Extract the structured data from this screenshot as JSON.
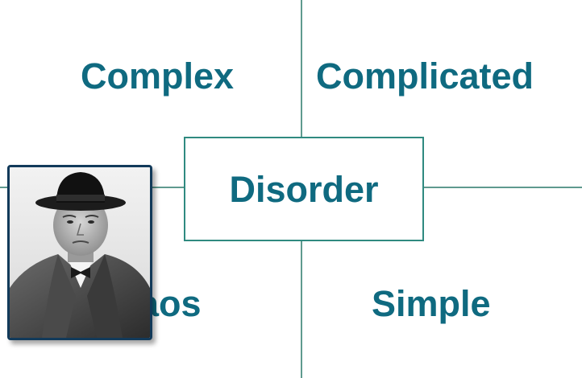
{
  "quadrants": {
    "top_left": "Complex",
    "top_right": "Complicated",
    "bottom_left": "Chaos",
    "bottom_right": "Simple"
  },
  "center": "Disorder",
  "colors": {
    "label": "#0f6a80",
    "divider": "#5f9a8f",
    "box_border": "#2f8a80",
    "photo_frame": "#123a5a"
  },
  "photo": {
    "icon": "portrait-photo"
  }
}
